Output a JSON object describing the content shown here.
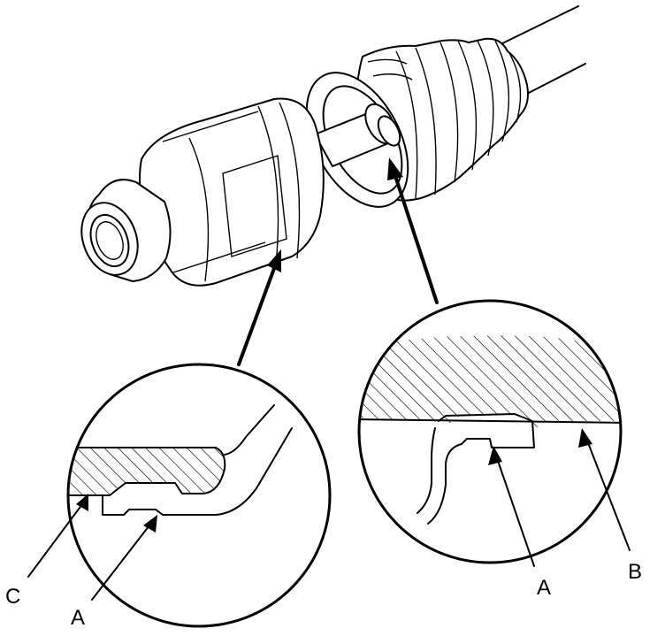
{
  "callouts": {
    "left_c": "C",
    "left_a": "A",
    "right_a": "A",
    "right_b": "B"
  }
}
